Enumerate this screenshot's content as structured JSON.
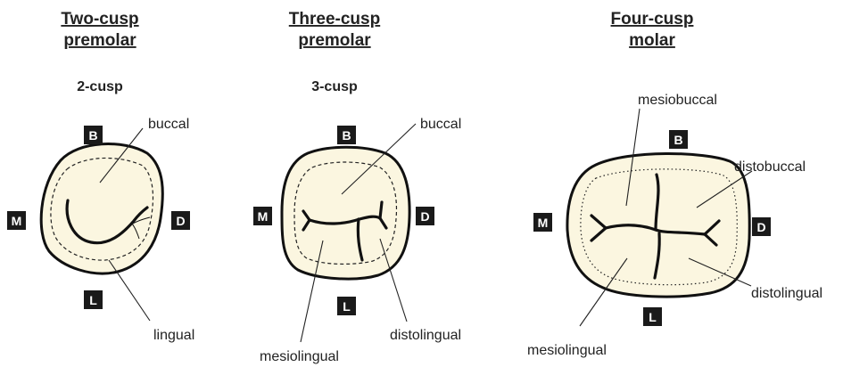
{
  "diagrams": [
    {
      "title_line1": "Two-cusp",
      "title_line2": "premolar",
      "subtitle": "2-cusp",
      "surfaces": {
        "b": "B",
        "m": "M",
        "d": "D",
        "l": "L"
      },
      "labels": {
        "buccal": "buccal",
        "lingual": "lingual"
      }
    },
    {
      "title_line1": "Three-cusp",
      "title_line2": "premolar",
      "subtitle": "3-cusp",
      "surfaces": {
        "b": "B",
        "m": "M",
        "d": "D",
        "l": "L"
      },
      "labels": {
        "buccal": "buccal",
        "mesiolingual": "mesiolingual",
        "distolingual": "distolingual"
      }
    },
    {
      "title_line1": "Four-cusp",
      "title_line2": "molar",
      "surfaces": {
        "b": "B",
        "m": "M",
        "d": "D",
        "l": "L"
      },
      "labels": {
        "mesiobuccal": "mesiobuccal",
        "distobuccal": "distobuccal",
        "distolingual": "distolingual",
        "mesiolingual": "mesiolingual"
      }
    }
  ],
  "colors": {
    "crown_fill": "#fbf6e0",
    "outline": "#111111",
    "surface_box": "#1a1a1a"
  }
}
